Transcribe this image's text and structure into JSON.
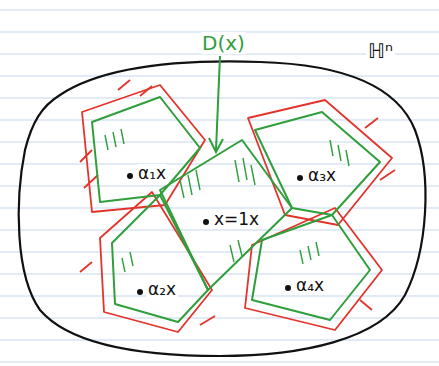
{
  "diagram": {
    "labels": [
      "D(x)",
      "ℍⁿ",
      "α₁x",
      "α₃x",
      "x=1x",
      "α₂x",
      "α₄x"
    ]
  }
}
